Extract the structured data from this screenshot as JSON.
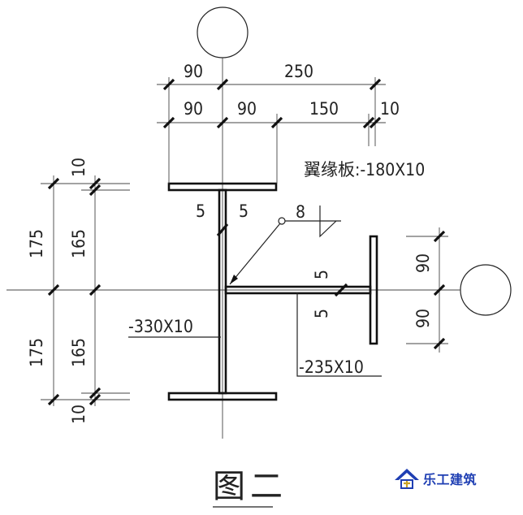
{
  "figure_title": "图二",
  "top_dims": {
    "row1": [
      "90",
      "250"
    ],
    "row2": [
      "90",
      "90",
      "150",
      "10"
    ]
  },
  "left_dims": {
    "outer": [
      "10",
      "175",
      "175",
      "10"
    ],
    "inner": [
      "165",
      "165"
    ]
  },
  "right_dims": [
    "90",
    "90"
  ],
  "weld_labels": {
    "web_left": "5",
    "web_right": "5",
    "stub_top": "5",
    "stub_bottom": "5",
    "fillet_size": "8"
  },
  "flange_label": "翼缘板:-180X10",
  "web_label": "-330X10",
  "stub_label": "-235X10",
  "logo_text": "乐工建筑",
  "colors": {
    "ink": "#111111",
    "logo": "#1f3fb3",
    "logo_accent": "#c9a227"
  }
}
